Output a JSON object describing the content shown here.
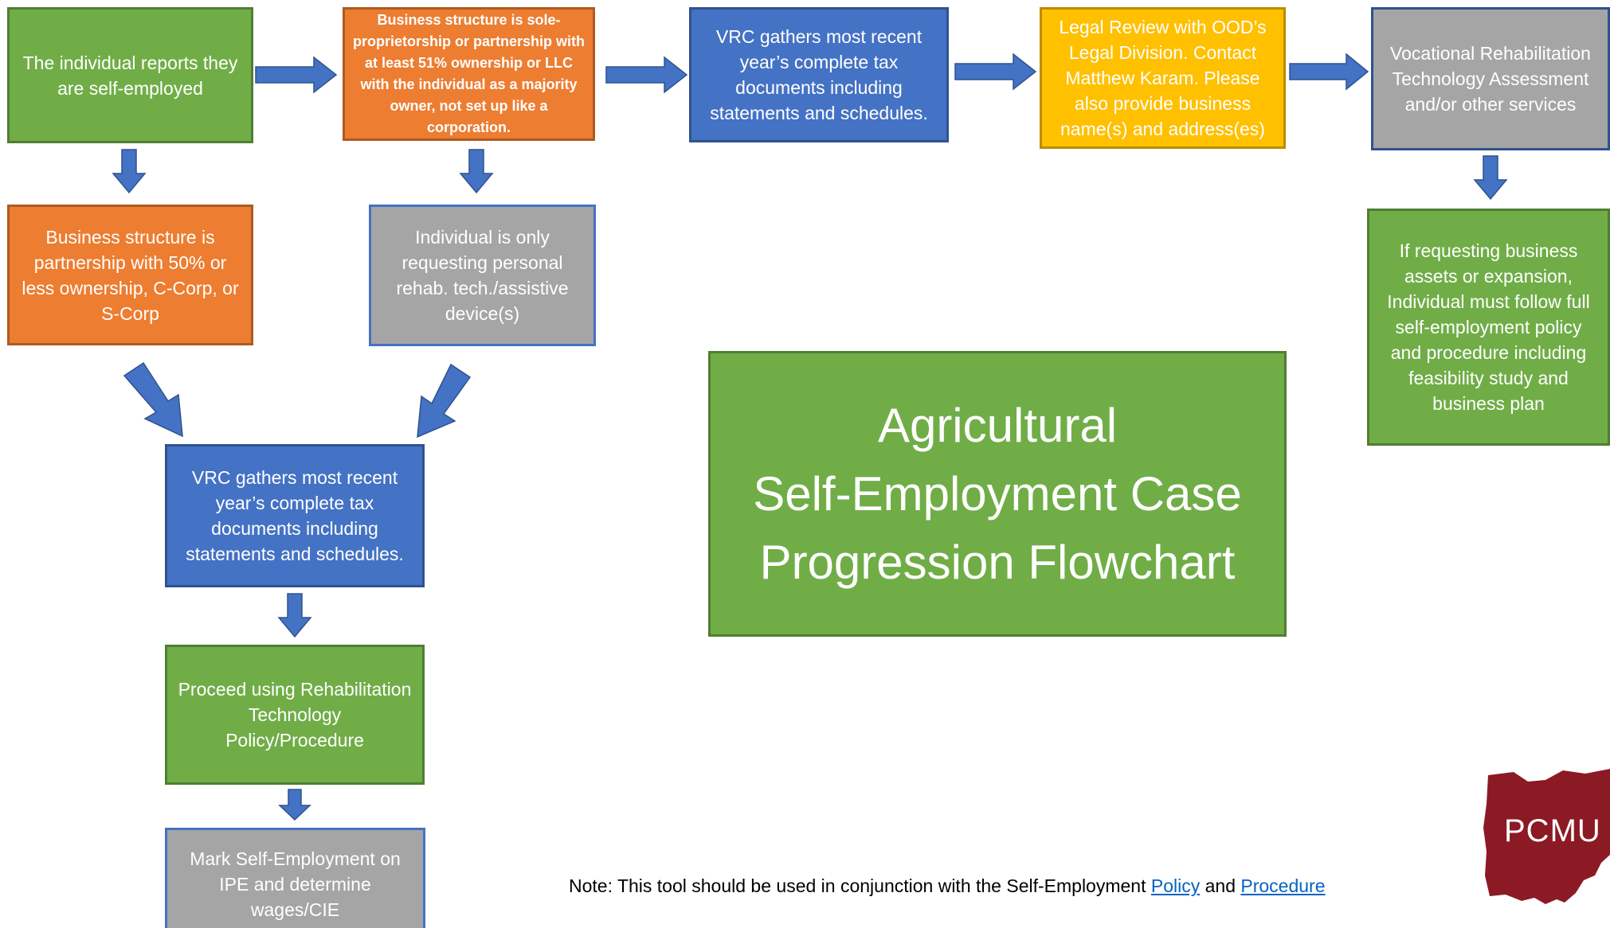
{
  "title": {
    "line1": "Agricultural",
    "line2": "Self-Employment Case",
    "line3": "Progression Flowchart"
  },
  "nodes": {
    "self_employed": "The individual reports they are self-employed",
    "sole_prop": "Business structure is sole-proprietorship or partnership with at least 51% ownership or LLC with the individual as a majority owner, not set up like a corporation.",
    "vrc_top": "VRC gathers most recent year’s complete tax documents including statements and schedules.",
    "legal_review": "Legal Review with OOD’s Legal Division.  Contact Matthew Karam.  Please also provide business name(s) and address(es)",
    "voc_rehab": "Vocational Rehabilitation Technology Assessment and/or other services",
    "partnership_low": "Business structure is partnership with 50% or less ownership,  C-Corp, or S-Corp",
    "personal_rehab": "Individual is only requesting personal rehab. tech./assistive device(s)",
    "assets_expansion": "If requesting business assets or expansion, Individual must follow full self-employment policy and procedure including feasibility study and business plan",
    "vrc_bottom": "VRC gathers most recent year’s complete tax documents including statements and schedules.",
    "proceed": "Proceed using Rehabilitation Technology Policy/Procedure",
    "mark": "Mark Self-Employment on IPE and determine wages/CIE"
  },
  "note": {
    "prefix": "Note:  This tool should be used in conjunction with the Self-Employment ",
    "policy_link": "Policy",
    "and": " and ",
    "procedure_link": "Procedure"
  },
  "logo": {
    "text": "PCMU",
    "color": "#8b1a25"
  },
  "colors": {
    "green": "#70ad47",
    "orange": "#ed7d31",
    "blue": "#4472c4",
    "gray": "#a5a5a5",
    "yellow": "#ffc000",
    "arrow": "#4472c4"
  }
}
